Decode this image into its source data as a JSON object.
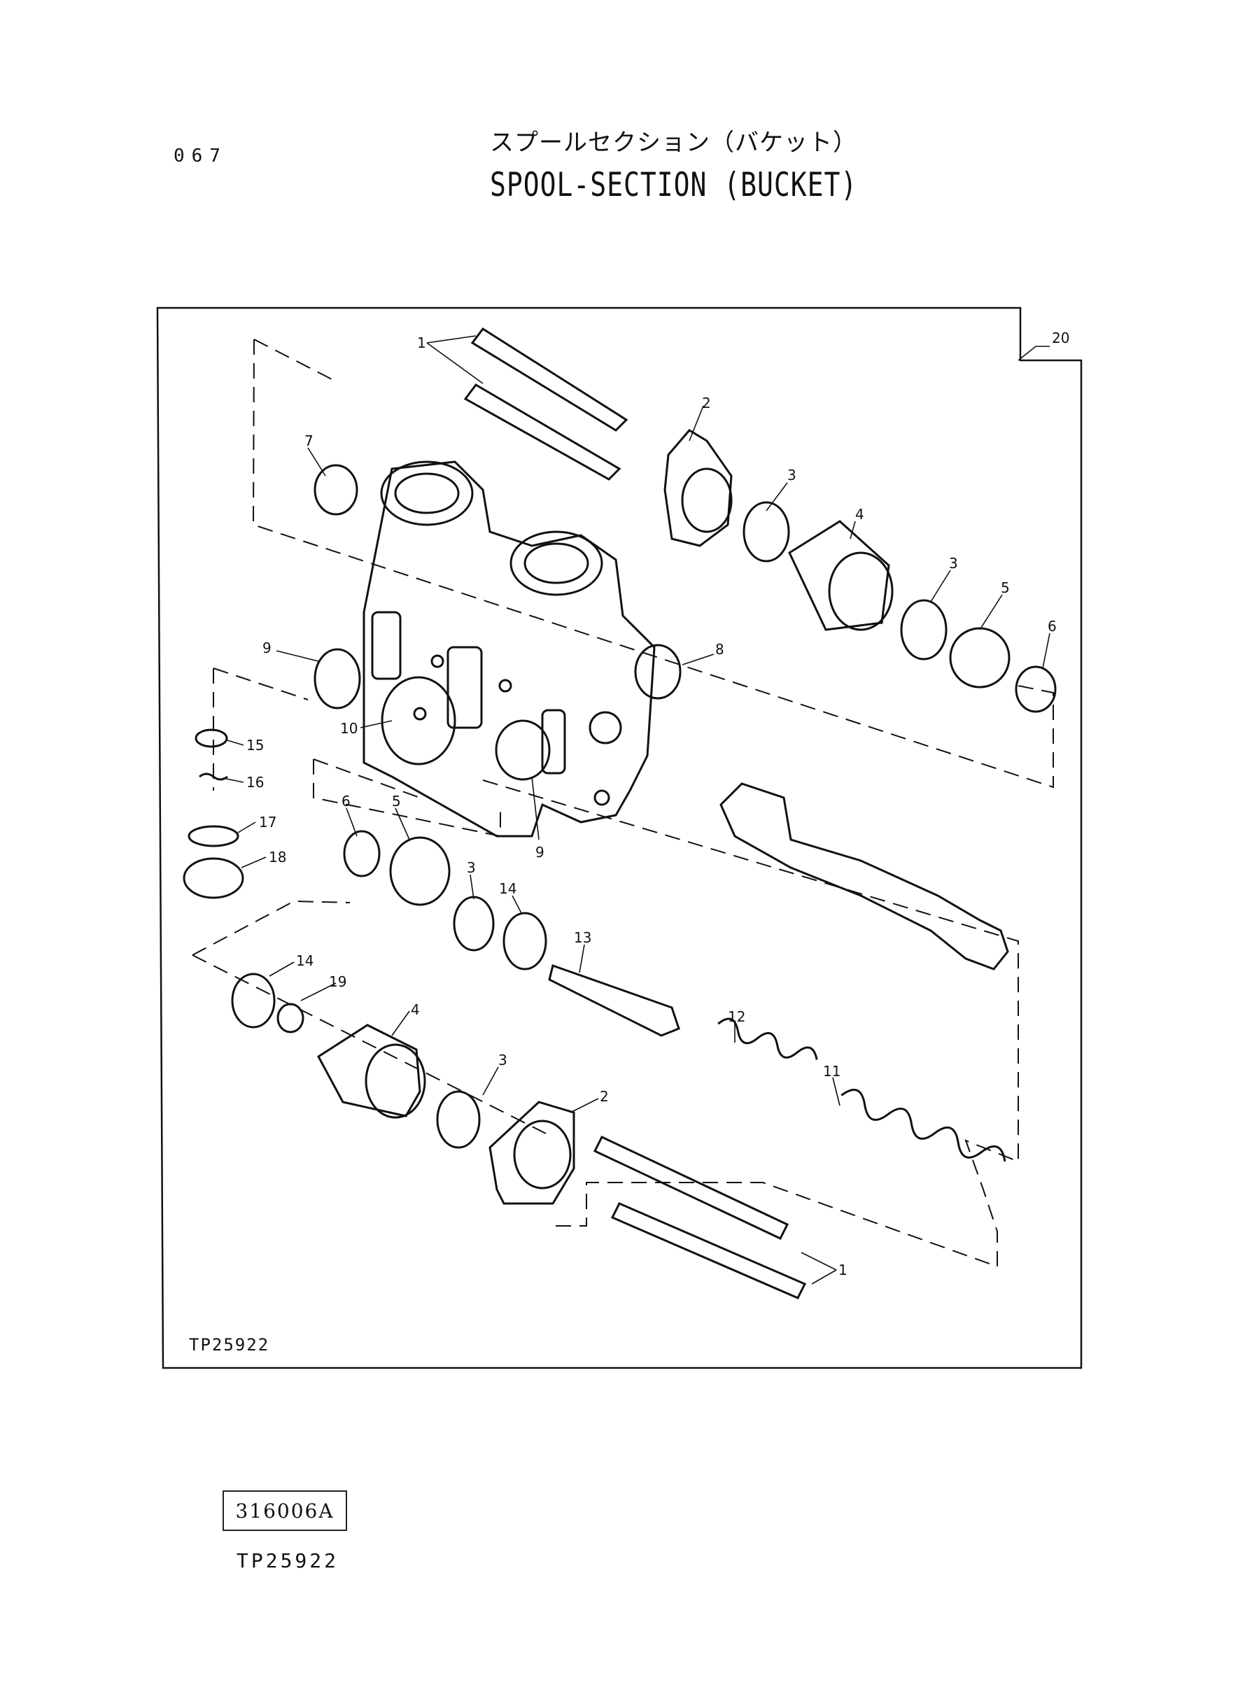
{
  "header": {
    "page_number": "067",
    "title_jp": "スプールセクション（バケット）",
    "title_en": "SPOOL-SECTION (BUCKET)"
  },
  "diagram": {
    "figure_id": "TP25922",
    "callouts": [
      "1",
      "2",
      "3",
      "4",
      "3",
      "5",
      "6",
      "7",
      "8",
      "9",
      "10",
      "9",
      "15",
      "16",
      "17",
      "18",
      "6",
      "5",
      "3",
      "14",
      "13",
      "14",
      "19",
      "4",
      "3",
      "2",
      "12",
      "11",
      "1",
      "20"
    ]
  },
  "footer": {
    "part_code": "316006A",
    "drawing_number": "TP25922"
  }
}
